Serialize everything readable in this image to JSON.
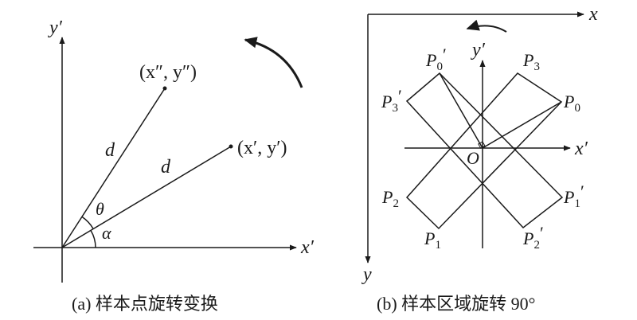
{
  "panel_a": {
    "caption": "(a) 样本点旋转变换",
    "y_axis_label": "y′",
    "x_axis_label": "x′",
    "point_1_label": "(x″, y″)",
    "point_2_label": "(x′, y′)",
    "distance_label_upper": "d",
    "distance_label_lower": "d",
    "angle_theta_label": "θ",
    "angle_alpha_label": "α"
  },
  "panel_b": {
    "caption": "(b) 样本区域旋转 90°",
    "x_axis_label": "x",
    "y_axis_label": "y",
    "x_prime_label": "x′",
    "y_prime_label": "y′",
    "origin_label": "O",
    "points": {
      "p0_prime": {
        "base": "P",
        "sub": "0",
        "prime": "′"
      },
      "p3": {
        "base": "P",
        "sub": "3",
        "prime": ""
      },
      "p3_prime": {
        "base": "P",
        "sub": "3",
        "prime": "′"
      },
      "p0": {
        "base": "P",
        "sub": "0",
        "prime": ""
      },
      "p2": {
        "base": "P",
        "sub": "2",
        "prime": ""
      },
      "p1_prime": {
        "base": "P",
        "sub": "1",
        "prime": "′"
      },
      "p1": {
        "base": "P",
        "sub": "1",
        "prime": ""
      },
      "p2_prime": {
        "base": "P",
        "sub": "2",
        "prime": "′"
      }
    }
  }
}
